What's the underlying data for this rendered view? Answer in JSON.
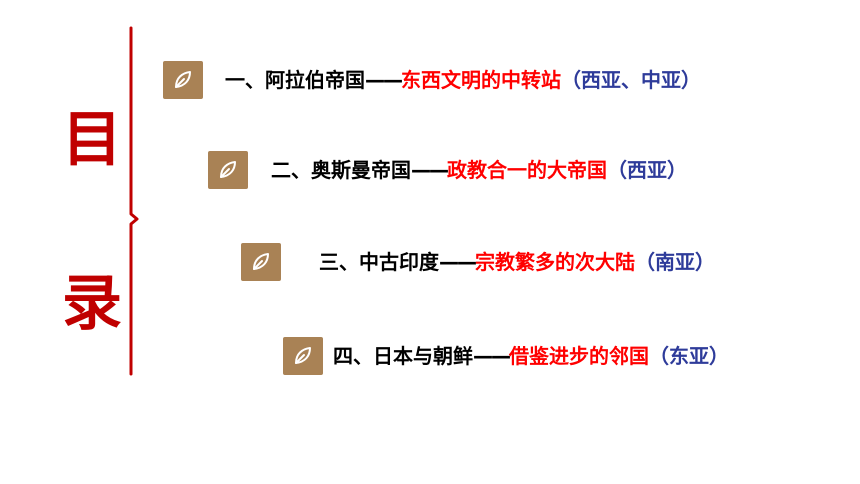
{
  "title": {
    "char1": "目",
    "char2": "录",
    "color": "#c00000"
  },
  "divider_color": "#c00000",
  "badge_color": "#a98255",
  "badge_icon": "leaf-icon",
  "desc_color": "#ff0000",
  "region_color": "#2e3b9a",
  "items": [
    {
      "lead": "一、阿拉伯帝国",
      "dash": "——",
      "desc": "东西文明的中转站",
      "region": "（西亚、中亚）"
    },
    {
      "lead": "二、奥斯曼帝国",
      "dash": "——",
      "desc": "政教合一的大帝国",
      "region": "（西亚）"
    },
    {
      "lead": "三、中古印度",
      "dash": "——",
      "desc": "宗教繁多的次大陆",
      "region": "（南亚）"
    },
    {
      "lead": "四、日本与朝鲜",
      "dash": "——",
      "desc": "借鉴进步的邻国",
      "region": "（东亚）"
    }
  ]
}
